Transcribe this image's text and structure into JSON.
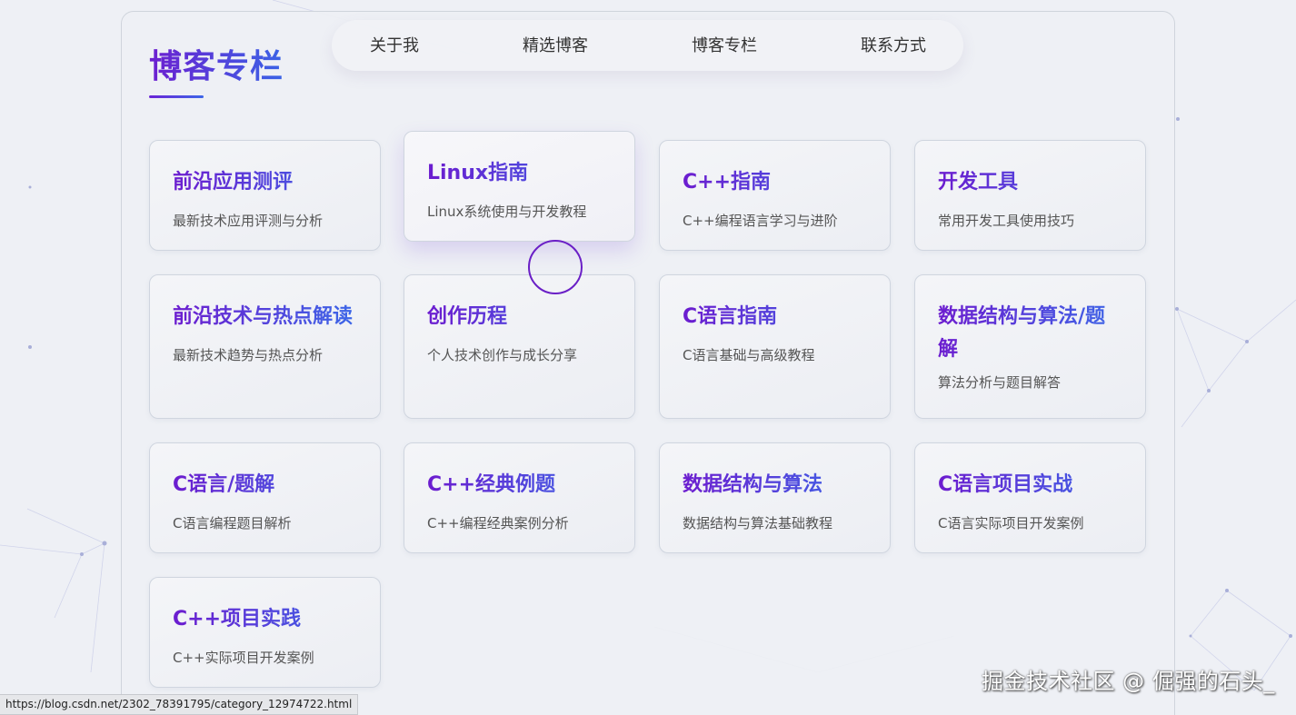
{
  "header": {
    "title": "博客专栏"
  },
  "nav": {
    "items": [
      {
        "label": "关于我"
      },
      {
        "label": "精选博客"
      },
      {
        "label": "博客专栏"
      },
      {
        "label": "联系方式"
      }
    ]
  },
  "cards": [
    {
      "title": "前沿应用测评",
      "desc": "最新技术应用评测与分析"
    },
    {
      "title": "Linux指南",
      "desc": "Linux系统使用与开发教程"
    },
    {
      "title": "C++指南",
      "desc": "C++编程语言学习与进阶"
    },
    {
      "title": "开发工具",
      "desc": "常用开发工具使用技巧"
    },
    {
      "title": "前沿技术与热点解读",
      "desc": "最新技术趋势与热点分析"
    },
    {
      "title": "创作历程",
      "desc": "个人技术创作与成长分享"
    },
    {
      "title": "C语言指南",
      "desc": "C语言基础与高级教程"
    },
    {
      "title": "数据结构与算法/题解",
      "desc": "算法分析与题目解答"
    },
    {
      "title": "C语言/题解",
      "desc": "C语言编程题目解析"
    },
    {
      "title": "C++经典例题",
      "desc": "C++编程经典案例分析"
    },
    {
      "title": "数据结构与算法",
      "desc": "数据结构与算法基础教程"
    },
    {
      "title": "C语言项目实战",
      "desc": "C语言实际项目开发案例"
    },
    {
      "title": "C++项目实践",
      "desc": "C++实际项目开发案例"
    }
  ],
  "status_bar": {
    "url": "https://blog.csdn.net/2302_78391795/category_12974722.html"
  },
  "watermark": {
    "text": "掘金技术社区 @ 倔强的石头_"
  },
  "colors": {
    "accent_start": "#6c1fd0",
    "accent_end": "#3a63e6",
    "background": "#eef0f5"
  }
}
